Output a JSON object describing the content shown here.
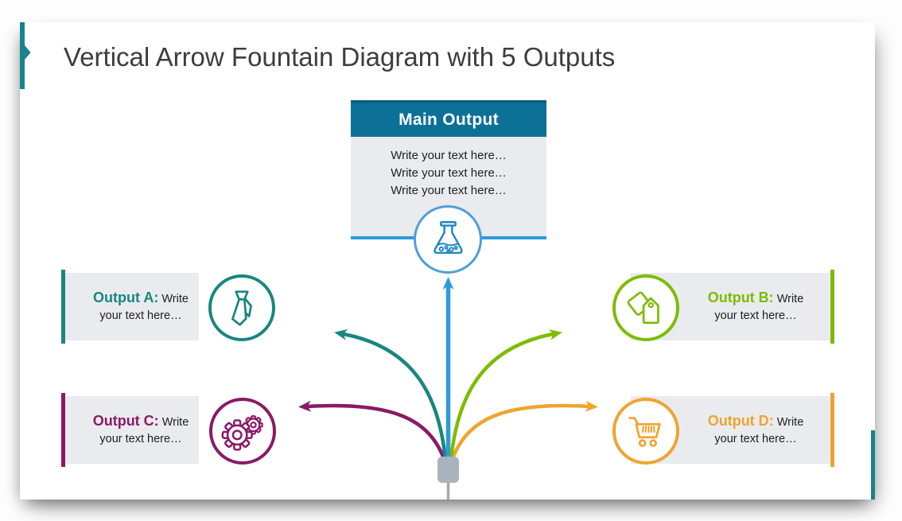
{
  "slide_title": "Vertical Arrow Fountain Diagram with 5 Outputs",
  "main_output": {
    "header": "Main Output",
    "body_lines": [
      "Write your text here…",
      "Write your text here…",
      "Write your text here…"
    ],
    "icon": "flask-icon"
  },
  "outputs": [
    {
      "label": "Output A:",
      "desc": "Write your text here…",
      "icon": "tie-icon",
      "color": "#18877f",
      "side": "left"
    },
    {
      "label": "Output B:",
      "desc": "Write your text here…",
      "icon": "tags-icon",
      "color": "#7dbc00",
      "side": "right"
    },
    {
      "label": "Output C:",
      "desc": "Write your text here…",
      "icon": "gears-icon",
      "color": "#8a1a66",
      "side": "left"
    },
    {
      "label": "Output D:",
      "desc": "Write your text here…",
      "icon": "cart-icon",
      "color": "#f0a42e",
      "side": "right"
    }
  ],
  "colors": {
    "accent-teal": "#17848b",
    "arrow-blue": "#2c9cd9",
    "teal": "#18877f",
    "green": "#7dbc00",
    "purple": "#8a1a66",
    "orange": "#f0a42e",
    "header-blue": "#0c7097",
    "header-blue-dark": "#0a5a7a",
    "flask-ring": "#4f9fd6",
    "flask-blue": "#1f86c2",
    "box-gray": "#e9ebee",
    "nozzle-gray": "#a9b3be",
    "pipe-gray": "#a6aab0",
    "text-dark": "#212121",
    "title-gray": "#3d3d3d"
  }
}
